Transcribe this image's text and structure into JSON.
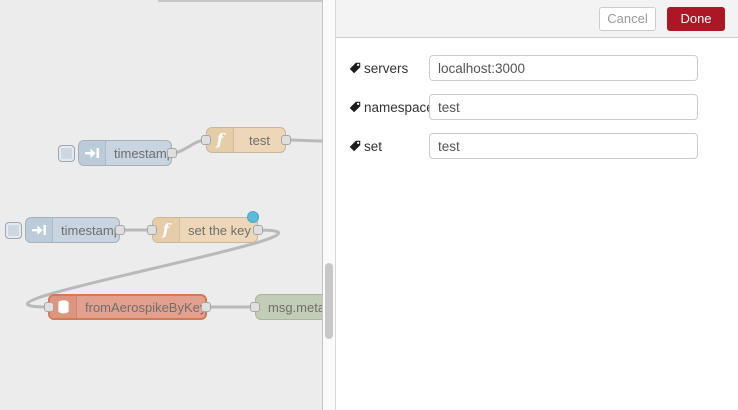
{
  "theme": {
    "done_button_bg": "#AD1625",
    "canvas_bg": "#ececec",
    "changed_dot_color": "#5bbbd9",
    "wire_color": "#b9b9b9",
    "selected_node_border": "#d5794f"
  },
  "tray": {
    "header": {
      "cancel_label": "Cancel",
      "done_label": "Done"
    },
    "form": {
      "fields": [
        {
          "label": "servers",
          "value": "localhost:3000"
        },
        {
          "label": "namespace",
          "value": "test"
        },
        {
          "label": "set",
          "value": "test"
        }
      ]
    }
  },
  "flow": {
    "nodes": [
      {
        "type": "inject",
        "label": "timestamp"
      },
      {
        "type": "function",
        "label": "test"
      },
      {
        "type": "inject",
        "label": "timestamp"
      },
      {
        "type": "function",
        "label": "set the key",
        "changed": true
      },
      {
        "type": "aerospike",
        "label": "fromAerospikeByKey",
        "selected": true
      },
      {
        "type": "debug",
        "label": "msg.meta"
      }
    ]
  }
}
